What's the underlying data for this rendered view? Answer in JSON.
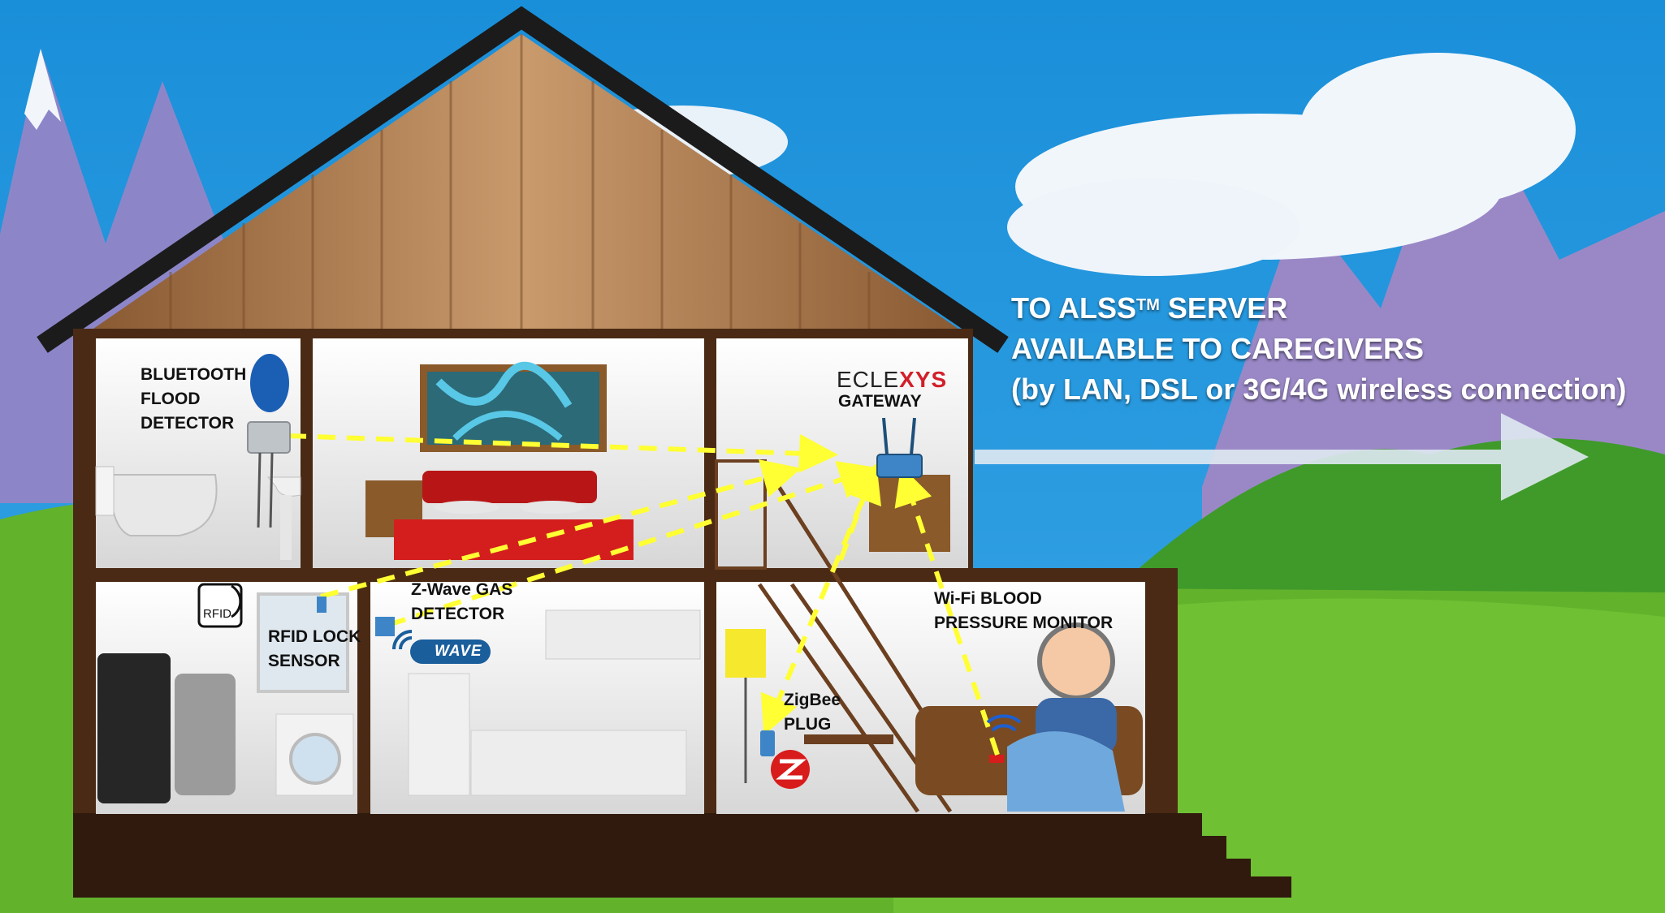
{
  "server": {
    "line1": "TO ALSS",
    "tm": "TM",
    "line1_rest": " SERVER",
    "line2": "AVAILABLE TO CAREGIVERS",
    "line3": "(by LAN, DSL or 3G/4G wireless connection)"
  },
  "gateway": {
    "brand_pre": "ECLE",
    "brand_hl": "XYS",
    "label": "GATEWAY"
  },
  "devices": {
    "bluetooth": [
      "BLUETOOTH",
      "FLOOD",
      "DETECTOR"
    ],
    "rfid": [
      "RFID LOCK",
      "SENSOR"
    ],
    "rfid_badge": "RFID",
    "zwave_gas": [
      "Z-Wave GAS",
      "DETECTOR"
    ],
    "zwave_logo": "WAVE",
    "wifi": [
      "Wi-Fi BLOOD",
      "PRESSURE MONITOR"
    ],
    "zigbee": [
      "ZigBee",
      "PLUG"
    ]
  },
  "colors": {
    "sky": "#1f93d8",
    "grass": "#63b22c",
    "house_frame": "#4a2a14",
    "link_line": "#ffff33",
    "server_text": "#ffffff",
    "brand_accent": "#d21f2b"
  }
}
